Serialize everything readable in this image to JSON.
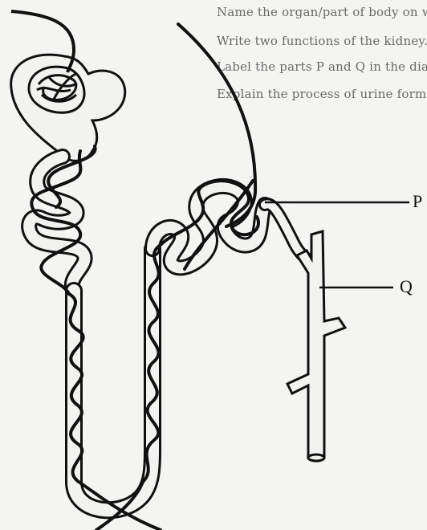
{
  "header_text_fragments": [
    "Name the organ/part of body on which they act.",
    "Write two functions of the kidney.",
    "Label the parts P and Q in the diagram below.",
    "Explain the process of urine formation in nephron."
  ],
  "labels": {
    "p": "P",
    "q": "Q"
  },
  "colors": {
    "background": "#f4f4f2",
    "tubule_fill": "#f2f2f0",
    "outline": "#111111",
    "vessel": "#111111"
  }
}
